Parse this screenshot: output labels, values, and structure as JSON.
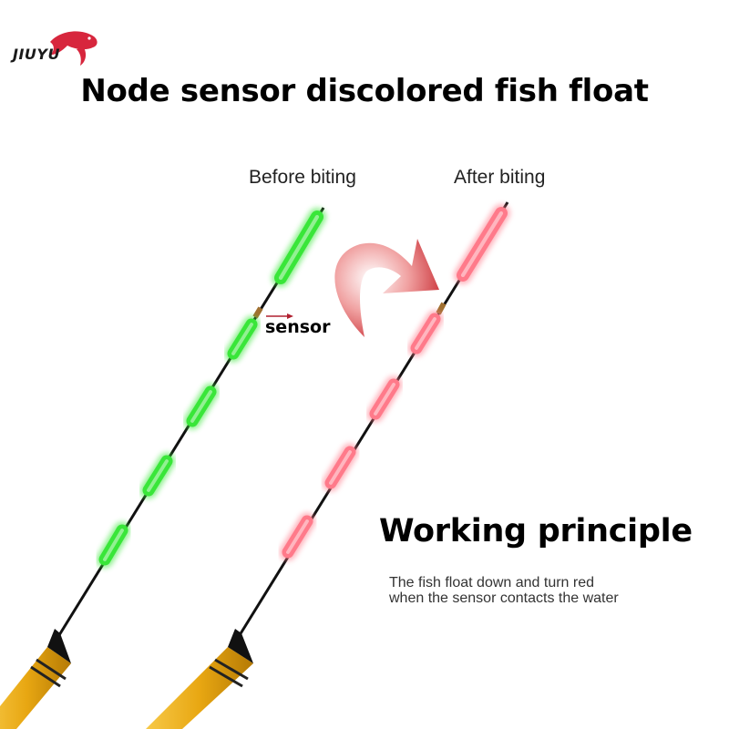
{
  "brand": {
    "name": "JIUYU",
    "fish_color": "#d7263d"
  },
  "headline": "Node sensor discolored fish float",
  "states": {
    "before": {
      "label": "Before biting",
      "glow_color": "#39e639"
    },
    "after": {
      "label": "After biting",
      "glow_color": "#ff7a8a"
    }
  },
  "sensor": {
    "label": "sensor",
    "arrow_color": "#b02030"
  },
  "principle": {
    "title": "Working principle",
    "lines": [
      "The fish float down and turn red",
      "when the sensor contacts the water"
    ]
  },
  "body_color": "#e8a712"
}
